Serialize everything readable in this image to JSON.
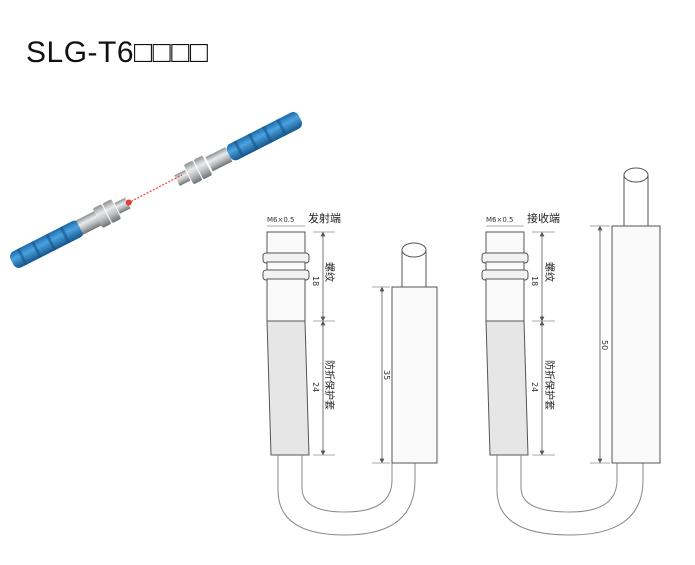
{
  "title": "SLG-T6□□□□",
  "emitter": {
    "thread_spec": "M6×0.5",
    "name": "发射端",
    "thread_label": "螺纹",
    "thread_length": "18",
    "sleeve_label": "防折保护套",
    "sleeve_length": "24",
    "body_length": "35"
  },
  "receiver": {
    "thread_spec": "M6×0.5",
    "name": "接收端",
    "thread_label": "螺纹",
    "thread_length": "18",
    "sleeve_label": "防折保护套",
    "sleeve_length": "24",
    "body_length": "50"
  },
  "colors": {
    "cable_blue": "#2f86c8",
    "metal": "#b9bcbf",
    "laser": "#ff3b3b",
    "line": "#555555",
    "sleeve": "#dcdcdc"
  }
}
